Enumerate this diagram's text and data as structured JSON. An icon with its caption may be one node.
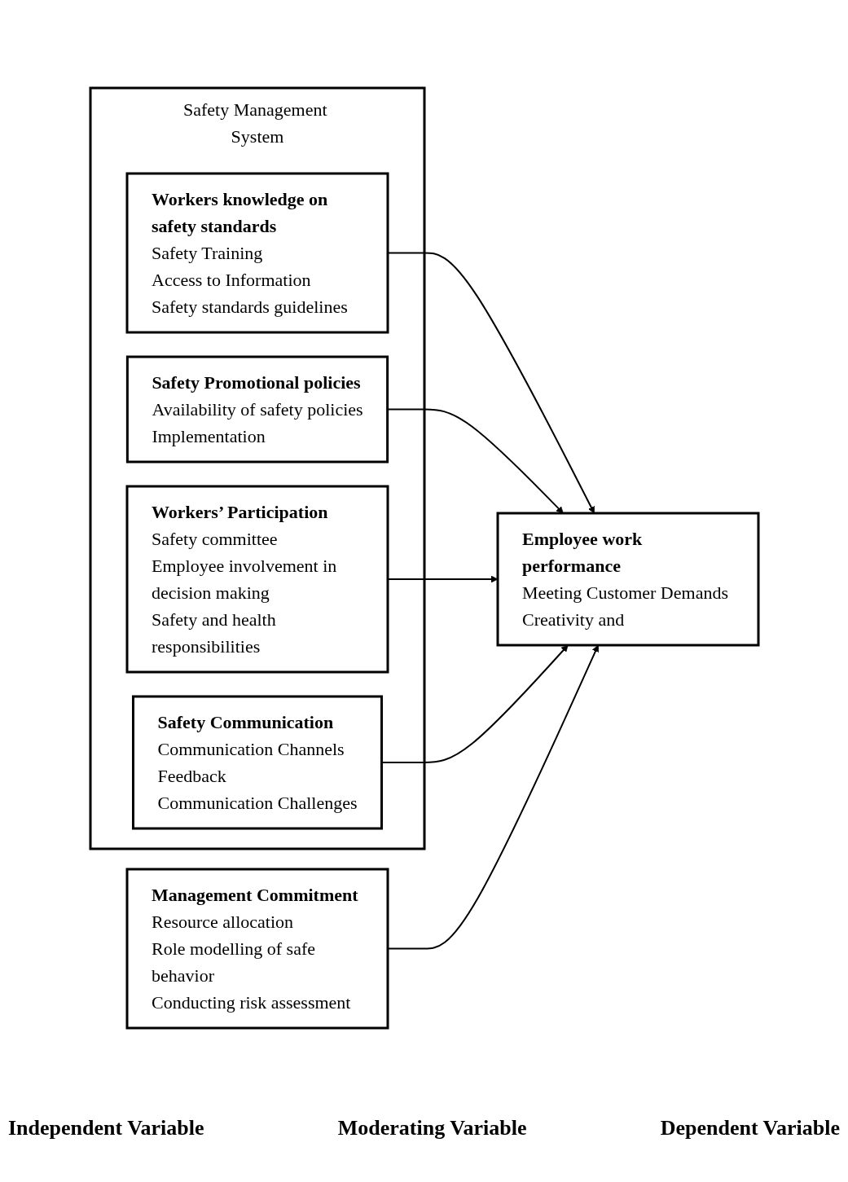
{
  "diagram": {
    "nodes": [
      {
        "text": [
          "Safety Management System"
        ]
      },
      {
        "text": [
          "Workers knowledge on safety standards",
          "Safety Training",
          "Access to Information",
          "Safety standards guidelines"
        ],
        "in": 0
      },
      {
        "text": [
          "Safety Promotional policies",
          "Availability of safety policies",
          "Implementation"
        ],
        "in": 0
      },
      {
        "text": [
          "Workers’ Participation",
          "Safety committee",
          "Employee involvement in decision making",
          "Safety and health responsibilities"
        ],
        "in": 0
      },
      {
        "text": [
          "Safety Communication",
          "Communication Channels",
          "Feedback",
          "Communication Challenges"
        ],
        "in": 0
      },
      {
        "text": [
          "Employee work performance",
          "Meeting Customer Demands",
          "Creativity and"
        ]
      },
      {
        "text": [
          "Management Commitment",
          "Resource allocation",
          "Role modelling of safe behavior",
          "Conducting risk assessment"
        ]
      }
    ],
    "edges": [
      {
        "from": 1,
        "to": 5,
        "arrow": "to"
      },
      {
        "from": 2,
        "to": 5,
        "arrow": "to"
      },
      {
        "from": 3,
        "to": 5,
        "arrow": "to"
      },
      {
        "from": 4,
        "to": 5,
        "arrow": "to"
      },
      {
        "from": 6,
        "to": 5,
        "arrow": "to"
      }
    ],
    "labels": [
      "Independent Variable",
      "Moderating Variable",
      "Dependent Variable"
    ]
  }
}
